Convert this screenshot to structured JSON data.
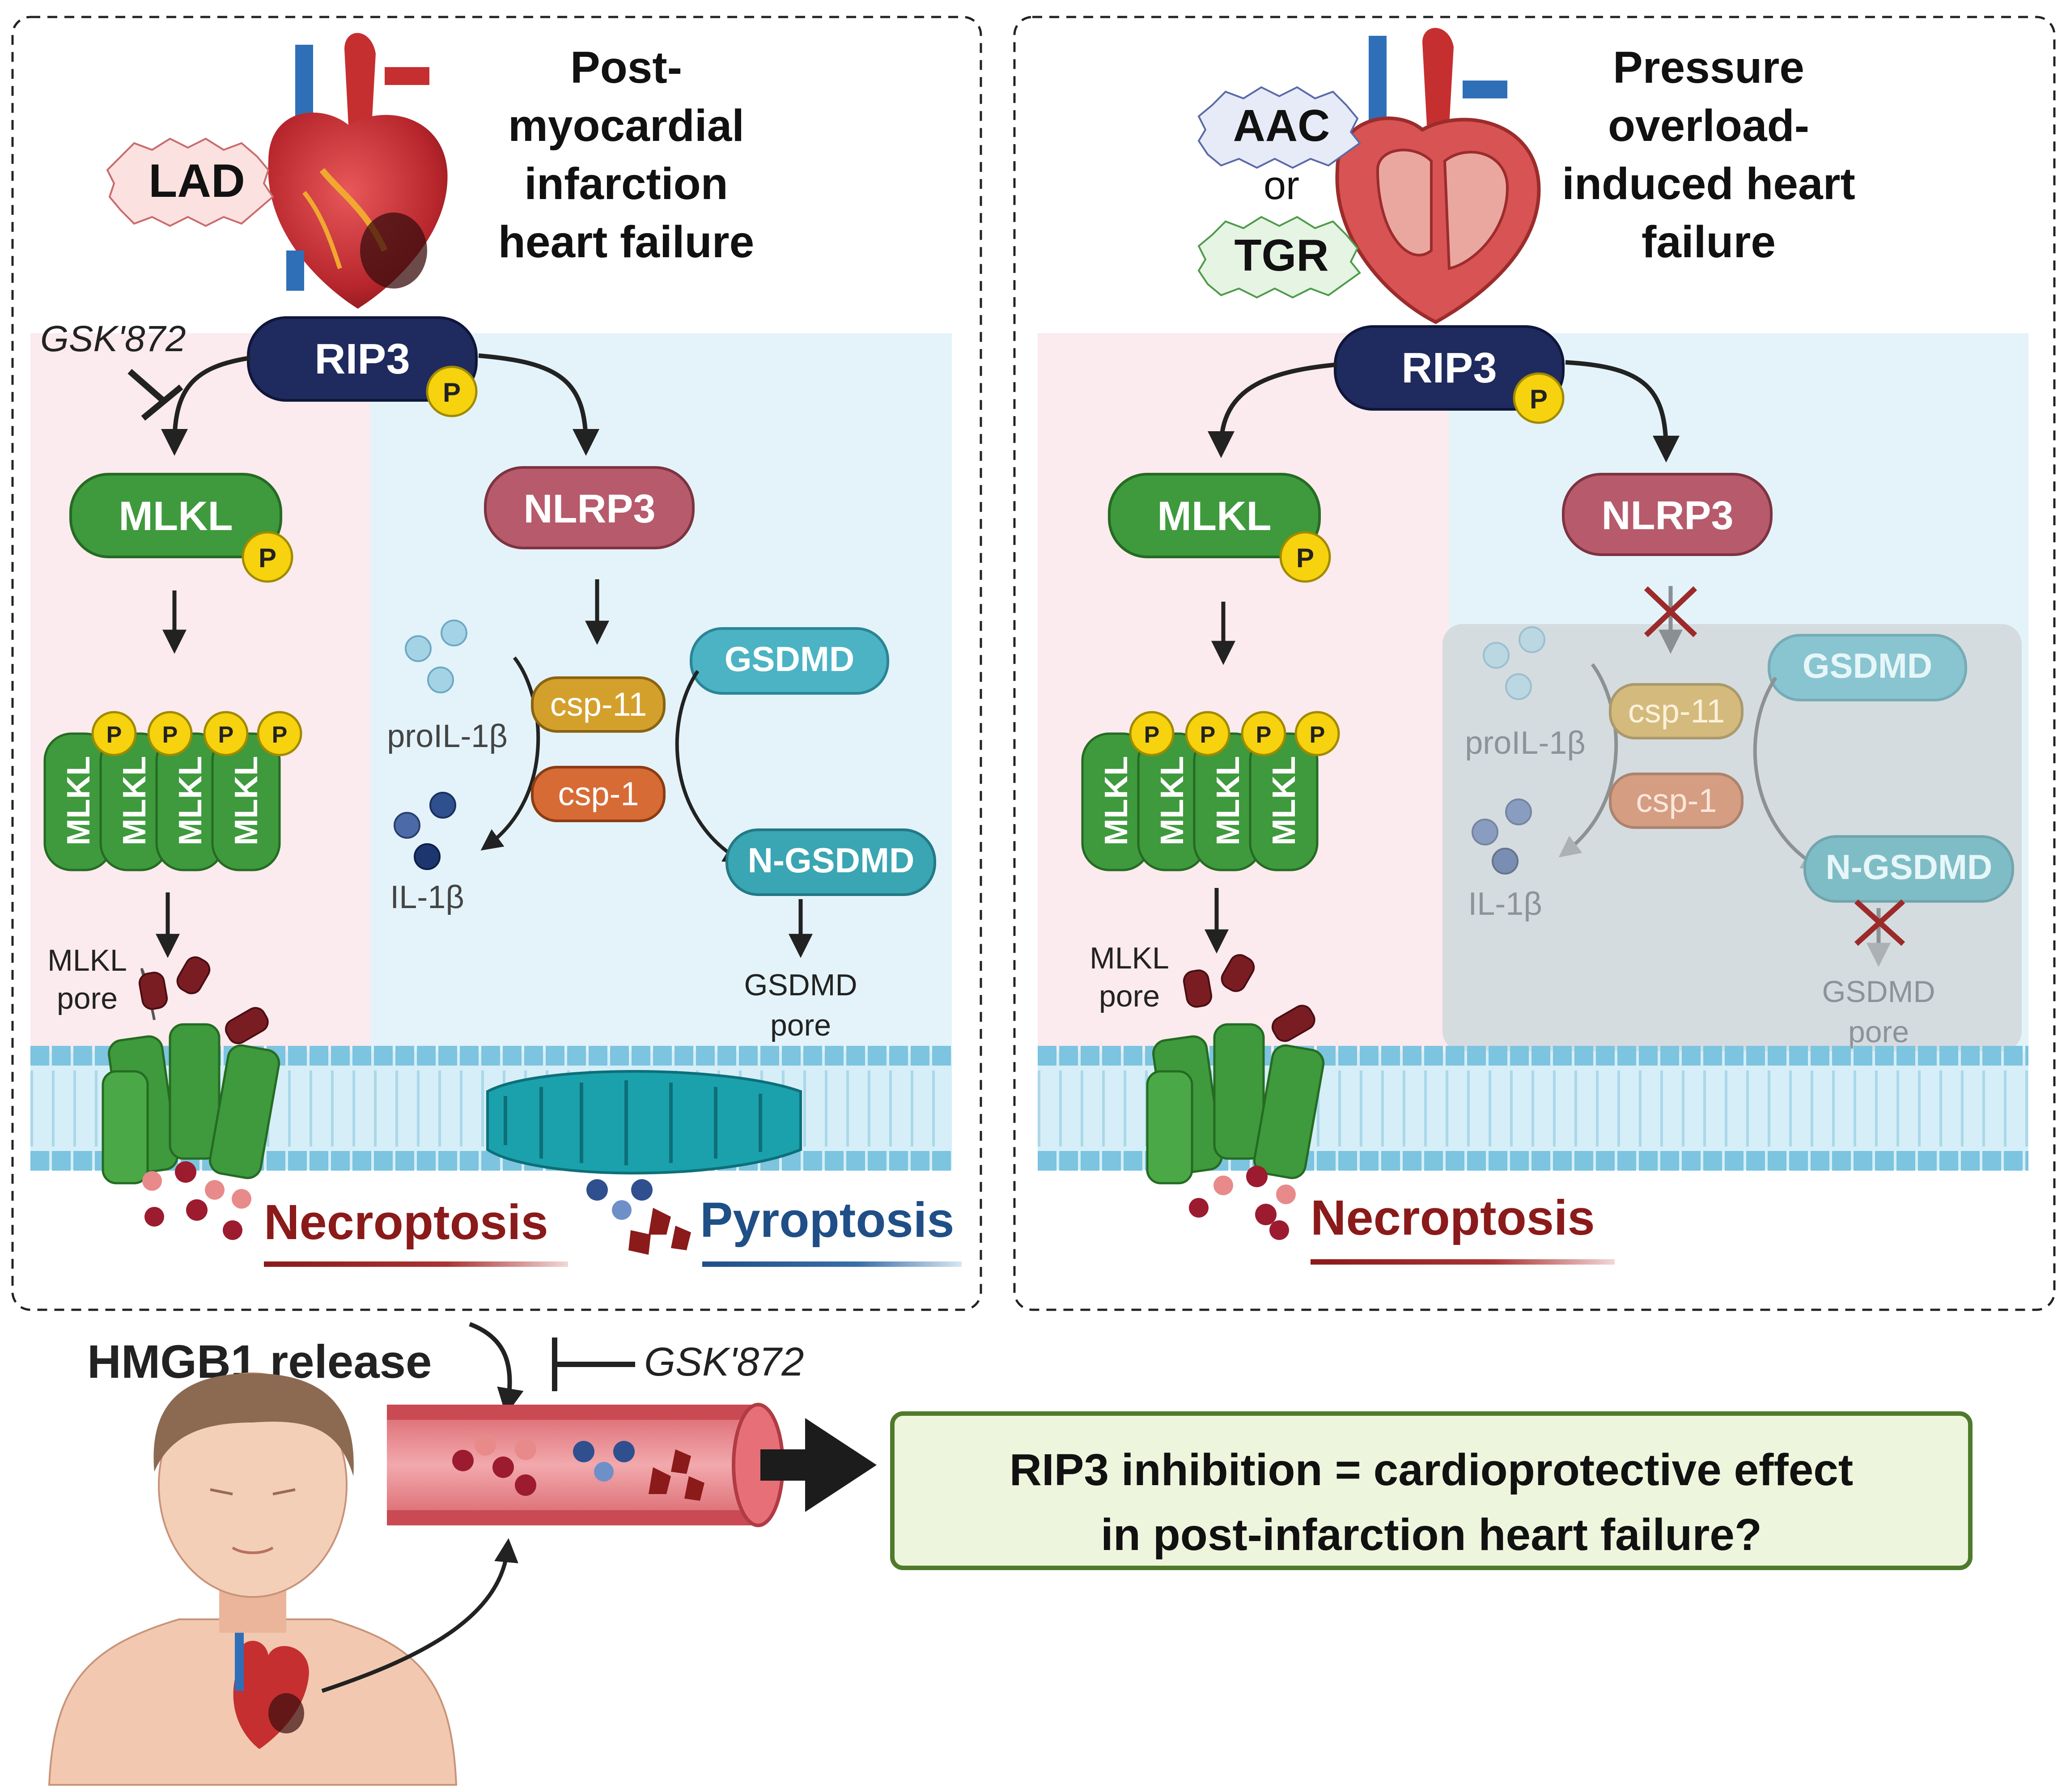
{
  "left_panel": {
    "title": [
      "Post-",
      "myocardial",
      "infarction",
      "heart failure"
    ],
    "trigger": "LAD",
    "inhibitor": "GSK'872",
    "rip3": "RIP3",
    "phospho": "P",
    "mlkl": "MLKL",
    "nlrp3": "NLRP3",
    "pro_il": "proIL-1β",
    "il": "IL-1β",
    "csp11": "csp-11",
    "csp1": "csp-1",
    "gsdmd": "GSDMD",
    "ngsdmd": "N-GSDMD",
    "gsdmd_pore": [
      "GSDMD",
      "pore"
    ],
    "mlkl_pore": [
      "MLKL",
      "pore"
    ],
    "necroptosis": "Necroptosis",
    "pyroptosis": "Pyroptosis"
  },
  "right_panel": {
    "title": [
      "Pressure",
      "overload-",
      "induced heart",
      "failure"
    ],
    "trigger_1": "AAC",
    "or": "or",
    "trigger_2": "TGR",
    "rip3": "RIP3",
    "phospho": "P",
    "mlkl": "MLKL",
    "nlrp3": "NLRP3",
    "pro_il": "proIL-1β",
    "il": "IL-1β",
    "csp11": "csp-11",
    "csp1": "csp-1",
    "gsdmd": "GSDMD",
    "ngsdmd": "N-GSDMD",
    "gsdmd_pore": [
      "GSDMD",
      "pore"
    ],
    "mlkl_pore": [
      "MLKL",
      "pore"
    ],
    "necroptosis": "Necroptosis"
  },
  "bottom": {
    "release": "HMGB1 release",
    "inhibitor": "GSK'872",
    "conclusion": [
      "RIP3 inhibition = cardioprotective effect",
      "in post-infarction heart failure?"
    ]
  },
  "colors": {
    "navy": "#1f2a5e",
    "mlkl_green": "#3e9a3c",
    "nlrp3_rose": "#b65a6c",
    "gsdmd_teal": "#4bb3c4",
    "caspase11": "#d4a02c",
    "caspase1": "#d76b35",
    "necro_red": "#8b1a1a",
    "pyro_blue": "#1f4f86",
    "phospho_yellow": "#f6d20f",
    "pink_zone": "#fbeaee",
    "blue_zone": "#e3f3f9",
    "conclusion_bg": "#eef5dd",
    "conclusion_border": "#4f7a2b"
  }
}
